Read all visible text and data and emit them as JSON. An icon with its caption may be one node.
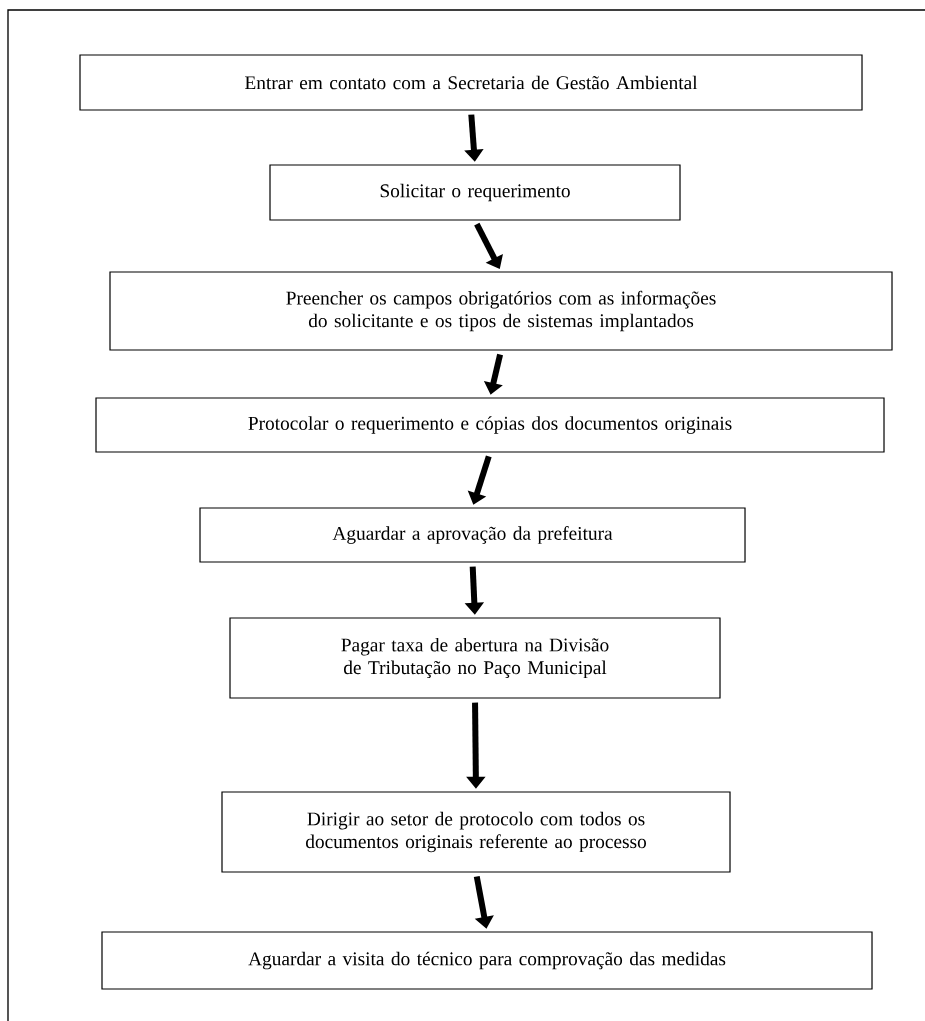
{
  "diagram": {
    "nodes": [
      {
        "text": [
          "Entrar em contato com a Secretaria de Gestão Ambiental"
        ]
      },
      {
        "text": [
          "Solicitar o requerimento"
        ]
      },
      {
        "text": [
          "Preencher os campos obrigatórios com as informações do solicitante e os tipos de sistemas implantados"
        ]
      },
      {
        "text": [
          "Protocolar o requerimento e cópias dos documentos originais"
        ]
      },
      {
        "text": [
          "Aguardar a aprovação da prefeitura"
        ]
      },
      {
        "text": [
          "Pagar taxa de abertura na Divisão de Tributação no Paço Municipal"
        ]
      },
      {
        "text": [
          "Dirigir ao setor de protocolo com todos os documentos originais referente ao processo"
        ]
      },
      {
        "text": [
          "Aguardar a visita do técnico para comprovação das medidas"
        ]
      }
    ],
    "edges": [
      {
        "from": 0,
        "to": 1,
        "arrow": "to"
      },
      {
        "from": 1,
        "to": 2,
        "arrow": "to"
      },
      {
        "from": 2,
        "to": 3,
        "arrow": "to"
      },
      {
        "from": 3,
        "to": 4,
        "arrow": "to"
      },
      {
        "from": 4,
        "to": 5,
        "arrow": "to"
      },
      {
        "from": 5,
        "to": 6,
        "arrow": "to"
      },
      {
        "from": 6,
        "to": 7,
        "arrow": "to"
      }
    ]
  }
}
